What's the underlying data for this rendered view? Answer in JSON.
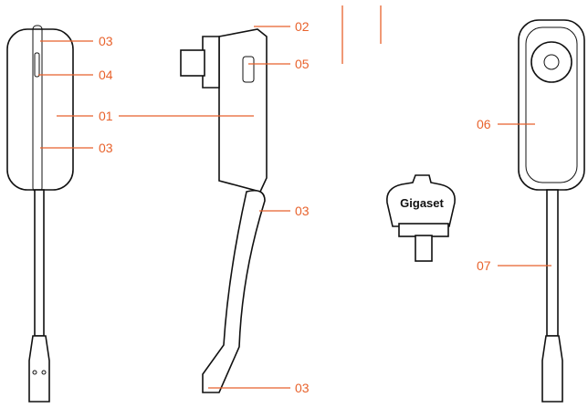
{
  "accent_color": "#e8622c",
  "front_view": {
    "labels": [
      "03",
      "04",
      "01",
      "03"
    ]
  },
  "side_view": {
    "labels": [
      "02",
      "05",
      "03",
      "03"
    ]
  },
  "back_view": {
    "labels": [
      "06",
      "07"
    ]
  },
  "adapter": {
    "logo": "Gigaset"
  }
}
